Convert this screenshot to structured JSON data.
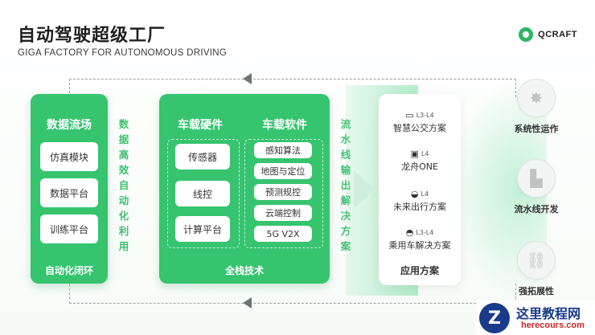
{
  "header": {
    "title": "自动驾驶超级工厂",
    "subtitle": "GIGA FACTORY FOR AUTONOMOUS DRIVING",
    "logo_text": "QCRAFT"
  },
  "data_loop": {
    "title": "数据流场",
    "items": [
      "仿真模块",
      "数据平台",
      "训练平台"
    ],
    "footer": "自动化闭环",
    "side_text": "数据高效自动化利用"
  },
  "stack": {
    "hardware": {
      "title": "车载硬件",
      "items": [
        "传感器",
        "线控",
        "计算平台"
      ]
    },
    "software": {
      "title": "车载软件",
      "items": [
        "感知算法",
        "地图与定位",
        "预测规控",
        "云端控制",
        "5G V2X"
      ]
    },
    "footer": "全栈技术",
    "side_text": "流水线输出解决方案"
  },
  "applications": {
    "items": [
      {
        "level": "L3-L4",
        "icon": "bus-icon",
        "label": "智慧公交方案"
      },
      {
        "level": "L4",
        "icon": "van-icon",
        "label": "龙舟ONE"
      },
      {
        "level": "L4",
        "icon": "car-icon",
        "label": "未来出行方案"
      },
      {
        "level": "L3-L4",
        "icon": "sedan-icon",
        "label": "乘用车解决方案"
      }
    ],
    "footer": "应用方案"
  },
  "features": [
    {
      "icon": "network-icon",
      "label": "系统性运作"
    },
    {
      "icon": "factory-icon",
      "label": "流水线开发"
    },
    {
      "icon": "link-icon",
      "label": "强拓展性"
    }
  ],
  "watermark": {
    "title": "这里教程网",
    "url": "herecours.com",
    "logo_letter": "Z"
  },
  "colors": {
    "green": "#36c46f",
    "text_green": "#3dbf70"
  }
}
